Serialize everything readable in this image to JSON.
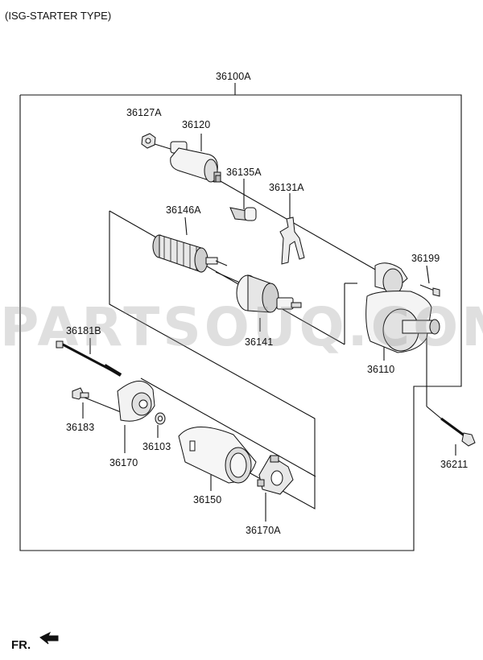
{
  "title": "(ISG-STARTER TYPE)",
  "watermark": "PARTSOUQ.COM",
  "direction": {
    "label": "FR.",
    "icon": "arrow-icon"
  },
  "assembly": {
    "part_no": "36100A"
  },
  "parts": {
    "p36127A": "36127A",
    "p36120": "36120",
    "p36135A": "36135A",
    "p36131A": "36131A",
    "p36146A": "36146A",
    "p36199": "36199",
    "p36181B": "36181B",
    "p36141": "36141",
    "p36110": "36110",
    "p36183": "36183",
    "p36103": "36103",
    "p36170": "36170",
    "p36150": "36150",
    "p36211": "36211",
    "p36170A": "36170A"
  },
  "colors": {
    "line": "#111111",
    "part_fill": "#f4f4f4",
    "part_shade": "#c8c8c8",
    "watermark": "#969696"
  }
}
